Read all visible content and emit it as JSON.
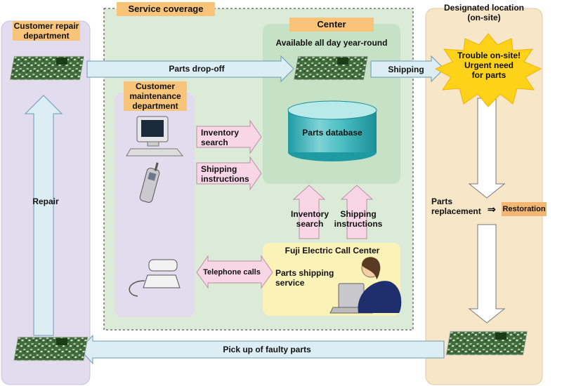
{
  "diagram": {
    "service_coverage": "Service coverage",
    "customer_repair_department": "Customer repair\ndepartment",
    "center": "Center",
    "available": "Available all day year-round",
    "designated_location": "Designated location\n(on-site)",
    "parts_drop_off": "Parts drop-off",
    "shipping": "Shipping",
    "trouble": "Trouble on-site!\nUrgent need\nfor parts",
    "customer_maintenance_department": "Customer\nmaintenance\ndepartment",
    "inventory_search": "Inventory\nsearch",
    "shipping_instructions": "Shipping\ninstructions",
    "parts_database": "Parts database",
    "repair": "Repair",
    "inventory_search_2": "Inventory\nsearch",
    "shipping_instructions_2": "Shipping\ninstructions",
    "parts_replacement": "Parts\nreplacement",
    "restoration_arrow": "⇒",
    "restoration": "Restoration",
    "call_center": "Fuji Electric Call Center",
    "parts_shipping_service": "Parts shipping\nservice",
    "telephone_calls": "Telephone calls",
    "pick_up": "Pick up of faulty parts"
  },
  "colors": {
    "coverage_bg": "#dcebd8",
    "center_bg": "#c6e2c6",
    "lavender": "#e2dcef",
    "peach": "#f8e6c8",
    "tag_orange": "#f7c47a",
    "arrow_blue": "#dcedf4",
    "arrow_pink": "#f8d6e6",
    "callcenter_bg": "#fbf2b8",
    "starburst": "#ffd21a",
    "database_teal": "#3fb6bb"
  }
}
